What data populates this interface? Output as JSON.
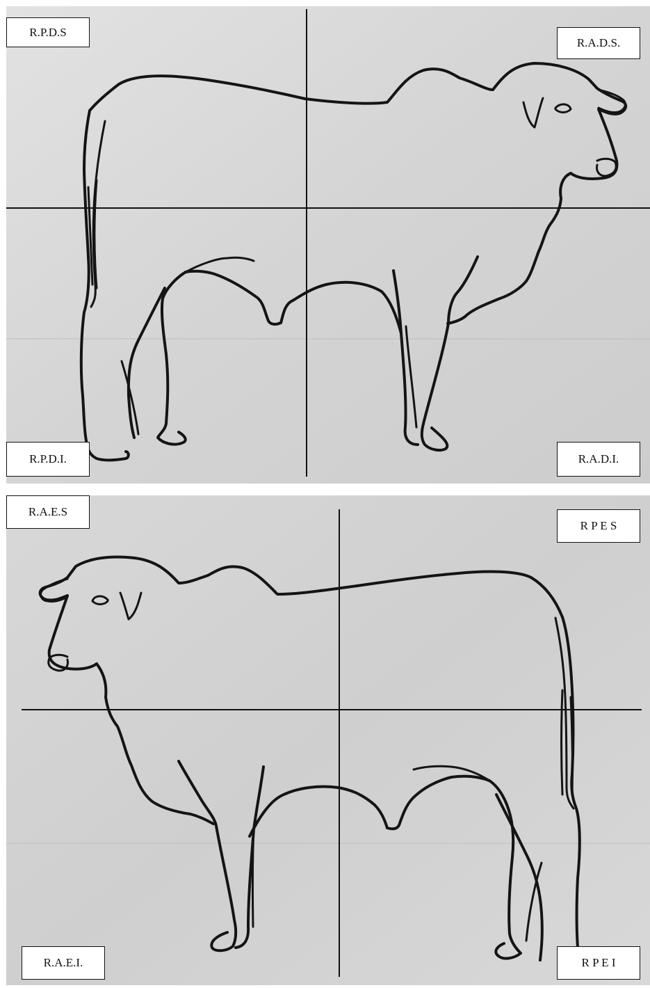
{
  "panels": [
    {
      "orientation": "facing-right",
      "labels": {
        "top_left": "R.P.D.S",
        "top_right": "R.A.D.S.",
        "bottom_left": "R.P.D.I.",
        "bottom_right": "R.A.D.I."
      }
    },
    {
      "orientation": "facing-left",
      "labels": {
        "top_left": "R.A.E.S",
        "top_right": "R P E S",
        "bottom_left": "R.A.E.I.",
        "bottom_right": "R P E I"
      }
    }
  ]
}
